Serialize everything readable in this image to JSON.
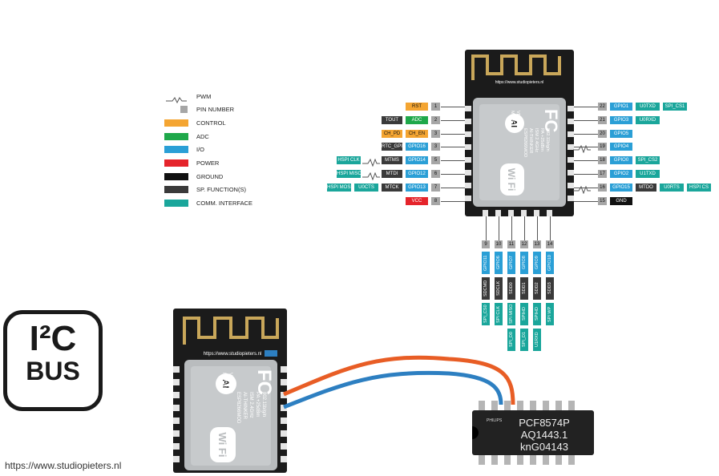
{
  "colors": {
    "pin_number": "#a6a6a6",
    "control": "#f4a532",
    "adc": "#1fa84a",
    "io": "#2a9fd6",
    "power": "#e5242b",
    "ground": "#111111",
    "sp_function": "#3a3a3a",
    "comm_interface": "#1aa69b",
    "wire_orange": "#e85d25",
    "wire_blue": "#2d7fc1"
  },
  "legend": [
    {
      "label": "PWM",
      "kind": "pwm"
    },
    {
      "label": "PIN NUMBER",
      "kind": "pin_number"
    },
    {
      "label": "CONTROL",
      "kind": "control"
    },
    {
      "label": "ADC",
      "kind": "adc"
    },
    {
      "label": "I/O",
      "kind": "io"
    },
    {
      "label": "POWER",
      "kind": "power"
    },
    {
      "label": "GROUND",
      "kind": "ground"
    },
    {
      "label": "SP. FUNCTION(S)",
      "kind": "sp_function"
    },
    {
      "label": "COMM. INTERFACE",
      "kind": "comm_interface"
    }
  ],
  "module": {
    "url": "https://www.studiopieters.nl",
    "brand": "AI",
    "fc": "FC",
    "model_lines": [
      "MODEL",
      "VENDOR",
      "ESP8266MOD",
      "AI-THINKER",
      "ISM 2.4GHz",
      "PA +25dBm",
      "802.11b/g/n"
    ],
    "wifi": "Wi Fi"
  },
  "left_pins": [
    {
      "num": "1",
      "labels": [
        {
          "t": "RST",
          "k": "control"
        }
      ]
    },
    {
      "num": "2",
      "labels": [
        {
          "t": "ADC",
          "k": "adc"
        },
        {
          "t": "TOUT",
          "k": "sp_function"
        }
      ]
    },
    {
      "num": "3",
      "labels": [
        {
          "t": "CH_EN",
          "k": "control"
        },
        {
          "t": "CH_PD",
          "k": "control"
        }
      ]
    },
    {
      "num": "3",
      "labels": [
        {
          "t": "GPIO16",
          "k": "io"
        },
        {
          "t": "RTC_GPIO0",
          "k": "sp_function"
        }
      ]
    },
    {
      "num": "5",
      "labels": [
        {
          "t": "GPIO14",
          "k": "io"
        },
        {
          "t": "MTMS",
          "k": "sp_function"
        },
        {
          "t": "HSPI CLK",
          "k": "comm_interface"
        }
      ],
      "pwm": true
    },
    {
      "num": "6",
      "labels": [
        {
          "t": "GPIO12",
          "k": "io"
        },
        {
          "t": "MTDI",
          "k": "sp_function"
        },
        {
          "t": "HSPI MISO",
          "k": "comm_interface"
        }
      ],
      "pwm": true
    },
    {
      "num": "7",
      "labels": [
        {
          "t": "GPIO13",
          "k": "io"
        },
        {
          "t": "MTCK",
          "k": "sp_function"
        },
        {
          "t": "U0CTS",
          "k": "comm_interface"
        },
        {
          "t": "HSPI MOSI",
          "k": "comm_interface"
        }
      ]
    },
    {
      "num": "8",
      "labels": [
        {
          "t": "VCC",
          "k": "power"
        }
      ]
    }
  ],
  "right_pins": [
    {
      "num": "22",
      "labels": [
        {
          "t": "GPIO1",
          "k": "io"
        },
        {
          "t": "U0TXD",
          "k": "comm_interface"
        },
        {
          "t": "SPI_CS1",
          "k": "comm_interface"
        }
      ]
    },
    {
      "num": "21",
      "labels": [
        {
          "t": "GPIO3",
          "k": "io"
        },
        {
          "t": "U0RXD",
          "k": "comm_interface"
        }
      ]
    },
    {
      "num": "20",
      "labels": [
        {
          "t": "GPIO5",
          "k": "io"
        }
      ]
    },
    {
      "num": "19",
      "labels": [
        {
          "t": "GPIO4",
          "k": "io"
        }
      ],
      "pwm": true
    },
    {
      "num": "18",
      "labels": [
        {
          "t": "GPIO0",
          "k": "io"
        },
        {
          "t": "SPI_CS2",
          "k": "comm_interface"
        }
      ]
    },
    {
      "num": "17",
      "labels": [
        {
          "t": "GPIO2",
          "k": "io"
        },
        {
          "t": "U1TXD",
          "k": "comm_interface"
        }
      ]
    },
    {
      "num": "16",
      "labels": [
        {
          "t": "GPIO15",
          "k": "io"
        },
        {
          "t": "MTDO",
          "k": "sp_function"
        },
        {
          "t": "U0RTS",
          "k": "comm_interface"
        },
        {
          "t": "HSPI CS",
          "k": "comm_interface"
        }
      ],
      "pwm": true
    },
    {
      "num": "15",
      "labels": [
        {
          "t": "GND",
          "k": "ground"
        }
      ]
    }
  ],
  "bottom_pins": [
    {
      "num": "9",
      "labels": [
        {
          "t": "GPIO11",
          "k": "io"
        },
        {
          "t": "SDCMD",
          "k": "sp_function"
        },
        {
          "t": "SPI_CS0",
          "k": "comm_interface"
        }
      ]
    },
    {
      "num": "10",
      "labels": [
        {
          "t": "GPIO6",
          "k": "io"
        },
        {
          "t": "SDCLK",
          "k": "sp_function"
        },
        {
          "t": "SPI CLK",
          "k": "comm_interface"
        }
      ]
    },
    {
      "num": "11",
      "labels": [
        {
          "t": "GPIO7",
          "k": "io"
        },
        {
          "t": "SDD0",
          "k": "sp_function"
        },
        {
          "t": "SPI MISO",
          "k": "comm_interface"
        },
        {
          "t": "SPI_D0",
          "k": "comm_interface"
        }
      ]
    },
    {
      "num": "12",
      "labels": [
        {
          "t": "GPIO8",
          "k": "io"
        },
        {
          "t": "SDD1",
          "k": "sp_function"
        },
        {
          "t": "SPIHD",
          "k": "comm_interface"
        },
        {
          "t": "SPI_D1",
          "k": "comm_interface"
        }
      ]
    },
    {
      "num": "13",
      "labels": [
        {
          "t": "GPIO9",
          "k": "io"
        },
        {
          "t": "SDD2",
          "k": "sp_function"
        },
        {
          "t": "SPIHD",
          "k": "comm_interface"
        },
        {
          "t": "U1RXD",
          "k": "comm_interface"
        }
      ]
    },
    {
      "num": "14",
      "labels": [
        {
          "t": "GPIO10",
          "k": "io"
        },
        {
          "t": "SDD3",
          "k": "sp_function"
        },
        {
          "t": "SPI WP",
          "k": "comm_interface"
        }
      ]
    }
  ],
  "i2c_logo": {
    "line1": "I²C",
    "line2": "BUS"
  },
  "chip": {
    "brand": "PHILIPS",
    "lines": [
      "PCF8574P",
      "AQ1443.1",
      "knG04143"
    ]
  },
  "footer_url": "https://www.studiopieters.nl"
}
